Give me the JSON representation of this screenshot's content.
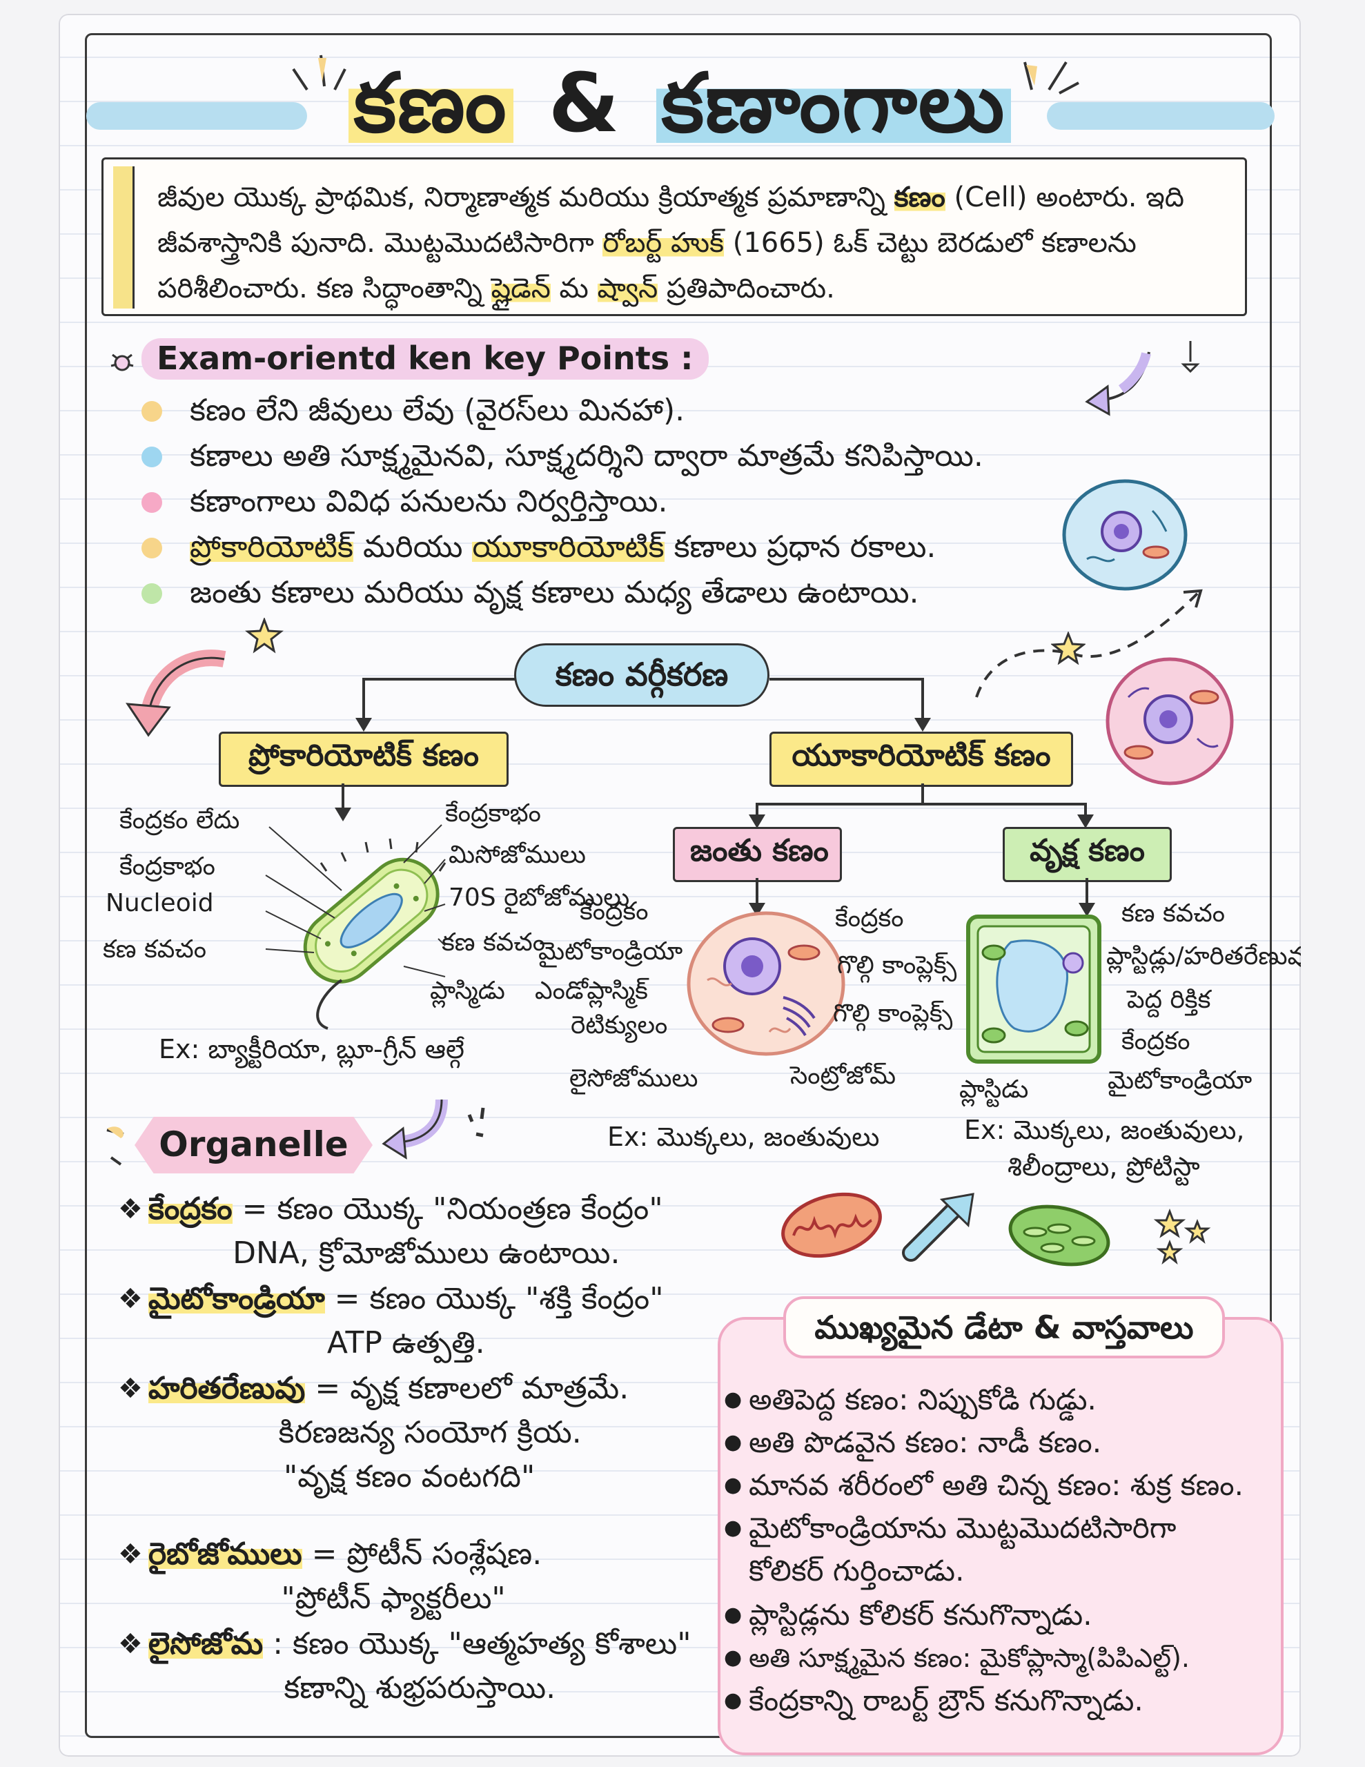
{
  "title": {
    "part1": "కణం",
    "amp": "&",
    "part2": "కణాంగాలు"
  },
  "intro": {
    "t1": "జీవుల యొక్క ప్రాథమిక, నిర్మాణాత్మక మరియు క్రియాత్మక ప్రమాణాన్ని ",
    "k1": "కణం",
    "t2": " (Cell) అంటారు. ఇది జీవశాస్త్రానికి పునాది. మొట్టమొదటిసారిగా ",
    "k2": "రోబర్ట్ హుక్",
    "t3": " (1665) ఓక్ చెట్టు బెరడులో కణాలను పరిశీలించారు. కణ సిద్ధాంతాన్ని ",
    "k3": "ష్లైడెన్",
    "t4": " మ ",
    "k4": "ష్వాన్",
    "t5": " ప్రతిపాదించారు."
  },
  "key_points": {
    "heading": "Exam-orientd ken key Points :",
    "items": [
      {
        "text": "కణం లేని జీవులు లేవు (వైరస్‌లు మినహా).",
        "dot": "#f7d58a"
      },
      {
        "text": "కణాలు అతి సూక్ష్మమైనవి, సూక్ష్మదర్శిని ద్వారా మాత్రమే కనిపిస్తాయి.",
        "dot": "#9ed6f0"
      },
      {
        "text": "కణాంగాలు వివిధ పనులను నిర్వర్తిస్తాయి.",
        "dot": "#f6a9c6"
      },
      {
        "a": "ప్రోకారియోటిక్",
        "b": " మరియు ",
        "c": "యూకారియోటిక్",
        "d": " కణాలు ప్రధాన రకాలు.",
        "dot": "#f7d58a"
      },
      {
        "text": "జంతు కణాలు మరియు వృక్ష కణాలు మధ్య తేడాలు ఉంటాయి.",
        "dot": "#bfe6a8"
      }
    ]
  },
  "classification": {
    "root": "కణం వర్గీకరణ",
    "prokaryotic": "ప్రోకారియోటిక్ కణం",
    "eukaryotic": "యూకారియోటిక్ కణం",
    "animal": "జంతు కణం",
    "plant": "వృక్ష కణం",
    "prok_labels": {
      "l1": "కేంద్రకం లేదు",
      "l2": "కేంద్రకాభం",
      "l3": "Nucleoid",
      "l4": "కణ కవచం",
      "r1": "కేంద్రకాభం",
      "r2": "మిసోజోములు",
      "r3": "70S రైబోజోములు",
      "r4": "కణ కవచం",
      "r5": "ప్లాస్మిడు"
    },
    "prok_ex": "Ex: బ్యాక్టీరియా, బ్లూ-గ్రీన్ ఆల్గే",
    "animal_labels": {
      "l1": "కేంద్రకం",
      "l2": "మైటోకాండ్రియా",
      "l3": "ఎండోప్లాస్మిక్",
      "l3b": "రెటిక్యులం",
      "l4": "లైసోజోములు",
      "r1": "కేంద్రకం",
      "r2": "గొల్గి కాంప్లెక్స్",
      "r3": "గొల్గి కాంప్లెక్స్",
      "r4": "సెంట్రోజోమ్"
    },
    "animal_ex": "Ex: మొక్కలు, జంతువులు",
    "plant_labels": {
      "r1": "కణ కవచం",
      "r2": "ప్లాస్టిడ్లు/హరితరేణువు",
      "r3": "పెద్ద రిక్తిక",
      "r4": "కేంద్రకం",
      "r5": "మైటోకాండ్రియా",
      "b1": "ప్లాస్టిడు"
    },
    "plant_ex1": "Ex: మొక్కలు, జంతువులు,",
    "plant_ex2": "శిలీంద్రాలు, ప్రోటిస్టా"
  },
  "organelle": {
    "tag": "Organelle",
    "items": [
      {
        "name": "కేంద్రకం",
        "desc": " = కణం యొక్క \"నియంత్రణ కేంద్రం\"",
        "sub": [
          "DNA, క్రోమోజోములు ఉంటాయి."
        ]
      },
      {
        "name": "మైటోకాండ్రియా",
        "desc": " = కణం యొక్క \"శక్తి కేంద్రం\"",
        "sub": [
          "ATP ఉత్పత్తి."
        ]
      },
      {
        "name": "హరితరేణువు",
        "desc": " = వృక్ష కణాలలో మాత్రమే.",
        "sub": [
          "కిరణజన్య సంయోగ క్రియ.",
          "\"వృక్ష కణం వంటగది\""
        ]
      },
      {
        "name": "రైబోజోములు",
        "desc": " = ప్రోటీన్ సంశ్లేషణ.",
        "sub": [
          "\"ప్రోటీన్ ఫ్యాక్టరీలు\""
        ]
      },
      {
        "name": "లైసోజోమ",
        "desc": " : కణం యొక్క \"ఆత్మహత్య కోశాలు\"",
        "sub": [
          "కణాన్ని శుభ్రపరుస్తాయి."
        ]
      }
    ]
  },
  "facts": {
    "title": "ముఖ్యమైన డేటా & వాస్తవాలు",
    "items": [
      "అతిపెద్ద కణం: నిప్పుకోడి గుడ్డు.",
      "అతి పొడవైన కణం: నాడీ కణం.",
      "మానవ శరీరంలో అతి చిన్న కణం: శుక్ర కణం.",
      "మైటోకాండ్రియాను మొట్టమొదటిసారిగా",
      "కోలికర్ గుర్తించాడు.",
      "ప్లాస్టిడ్లను కోలికర్ కనుగొన్నాడు.",
      "అతి సూక్ష్మమైన కణం: మైకోప్లాస్మా(పిపిఎల్ట్).",
      "కేంద్రకాన్ని రాబర్ట్ బ్రౌన్ కనుగొన్నాడు."
    ]
  },
  "colors": {
    "yellow": "#fbe98a",
    "blue": "#a9dcef",
    "pink": "#f6b9cf",
    "green": "#cdeeb4"
  }
}
